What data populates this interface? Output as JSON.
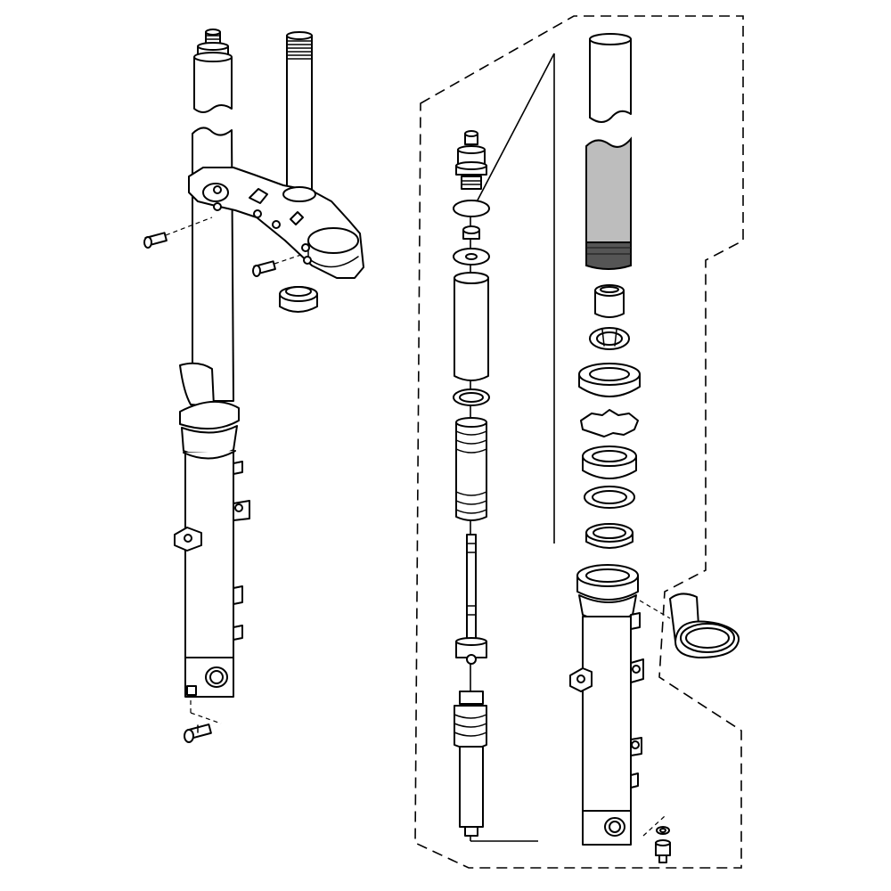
{
  "diagram": {
    "kind": "exploded-parts-view",
    "style": "monochrome line art",
    "colors": {
      "line": "#000000",
      "background": "#ffffff",
      "highlighted_part_fill": "#bdbdbd",
      "highlighted_part_band": "#555555"
    },
    "highlighted_part": "inner-fork-tube-lower-section",
    "assemblies": [
      "assembled-fork-with-triple-clamp",
      "exploded-fork-components"
    ]
  }
}
